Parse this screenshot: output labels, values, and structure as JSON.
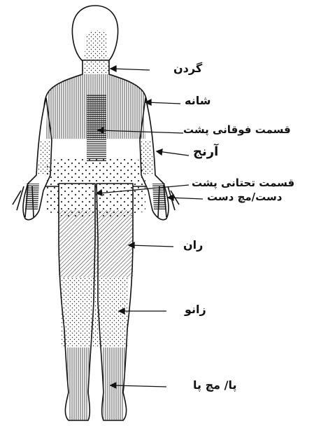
{
  "labels": {
    "neck": "گردن",
    "shoulder": "شانه",
    "upper_back": "قسمت فوقانی پشت",
    "elbow": "آرنج",
    "lower_back": "قسمت تحتانی پشت",
    "wrist_hand": "دست/مچ دست",
    "thigh": "ران",
    "knee": "زانو",
    "ankle_foot": "پا/ مچ پا"
  },
  "colors": {
    "ink": "#111111",
    "background": "#ffffff"
  }
}
